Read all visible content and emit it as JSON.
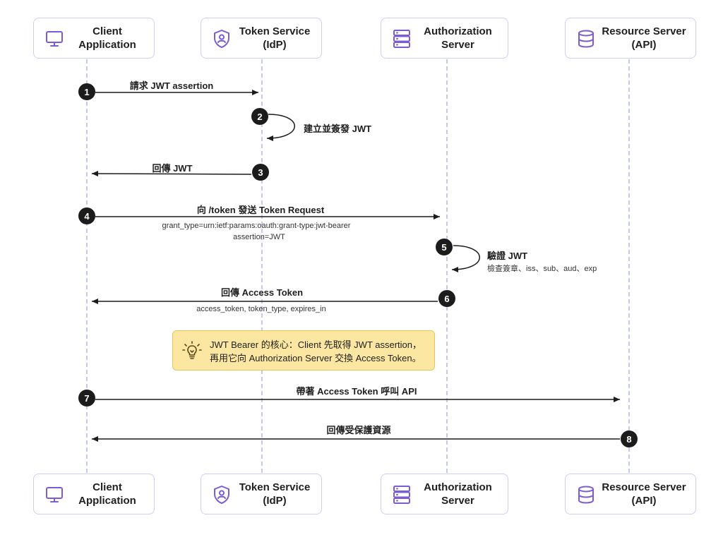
{
  "participants": [
    {
      "id": "client",
      "line1": "Client",
      "line2": "Application",
      "icon": "monitor-icon"
    },
    {
      "id": "idp",
      "line1": "Token Service",
      "line2": "(IdP)",
      "icon": "shield-user-icon"
    },
    {
      "id": "auth",
      "line1": "Authorization",
      "line2": "Server",
      "icon": "server-icon"
    },
    {
      "id": "api",
      "line1": "Resource Server",
      "line2": "(API)",
      "icon": "database-icon"
    }
  ],
  "messages": [
    {
      "step": "1",
      "label": "請求 JWT assertion",
      "sub": []
    },
    {
      "step": "2",
      "label": "建立並簽發 JWT",
      "sub": []
    },
    {
      "step": "3",
      "label": "回傳 JWT",
      "sub": []
    },
    {
      "step": "4",
      "label": "向 /token 發送 Token Request",
      "sub": [
        "grant_type=urn:ietf:params:oauth:grant-type:jwt-bearer",
        "assertion=JWT"
      ]
    },
    {
      "step": "5",
      "label": "驗證 JWT",
      "sub": [
        "檢查簽章、iss、sub、aud、exp"
      ]
    },
    {
      "step": "6",
      "label": "回傳 Access Token",
      "sub": [
        "access_token, token_type, expires_in"
      ]
    },
    {
      "step": "7",
      "label": "帶著 Access Token 呼叫 API",
      "sub": []
    },
    {
      "step": "8",
      "label": "回傳受保護資源",
      "sub": []
    }
  ],
  "note": {
    "line1": "JWT Bearer 的核心：Client 先取得 JWT assertion，",
    "line2": "再用它向 Authorization Server 交換 Access Token。",
    "icon": "lightbulb-icon"
  },
  "colors": {
    "participant_border": "#cfcdf2",
    "icon": "#7b5cd6",
    "lifeline": "#c7c8f0",
    "arrow": "#1c1c1c",
    "note_bg": "#fbe7a1",
    "note_border": "#e6c65c"
  }
}
